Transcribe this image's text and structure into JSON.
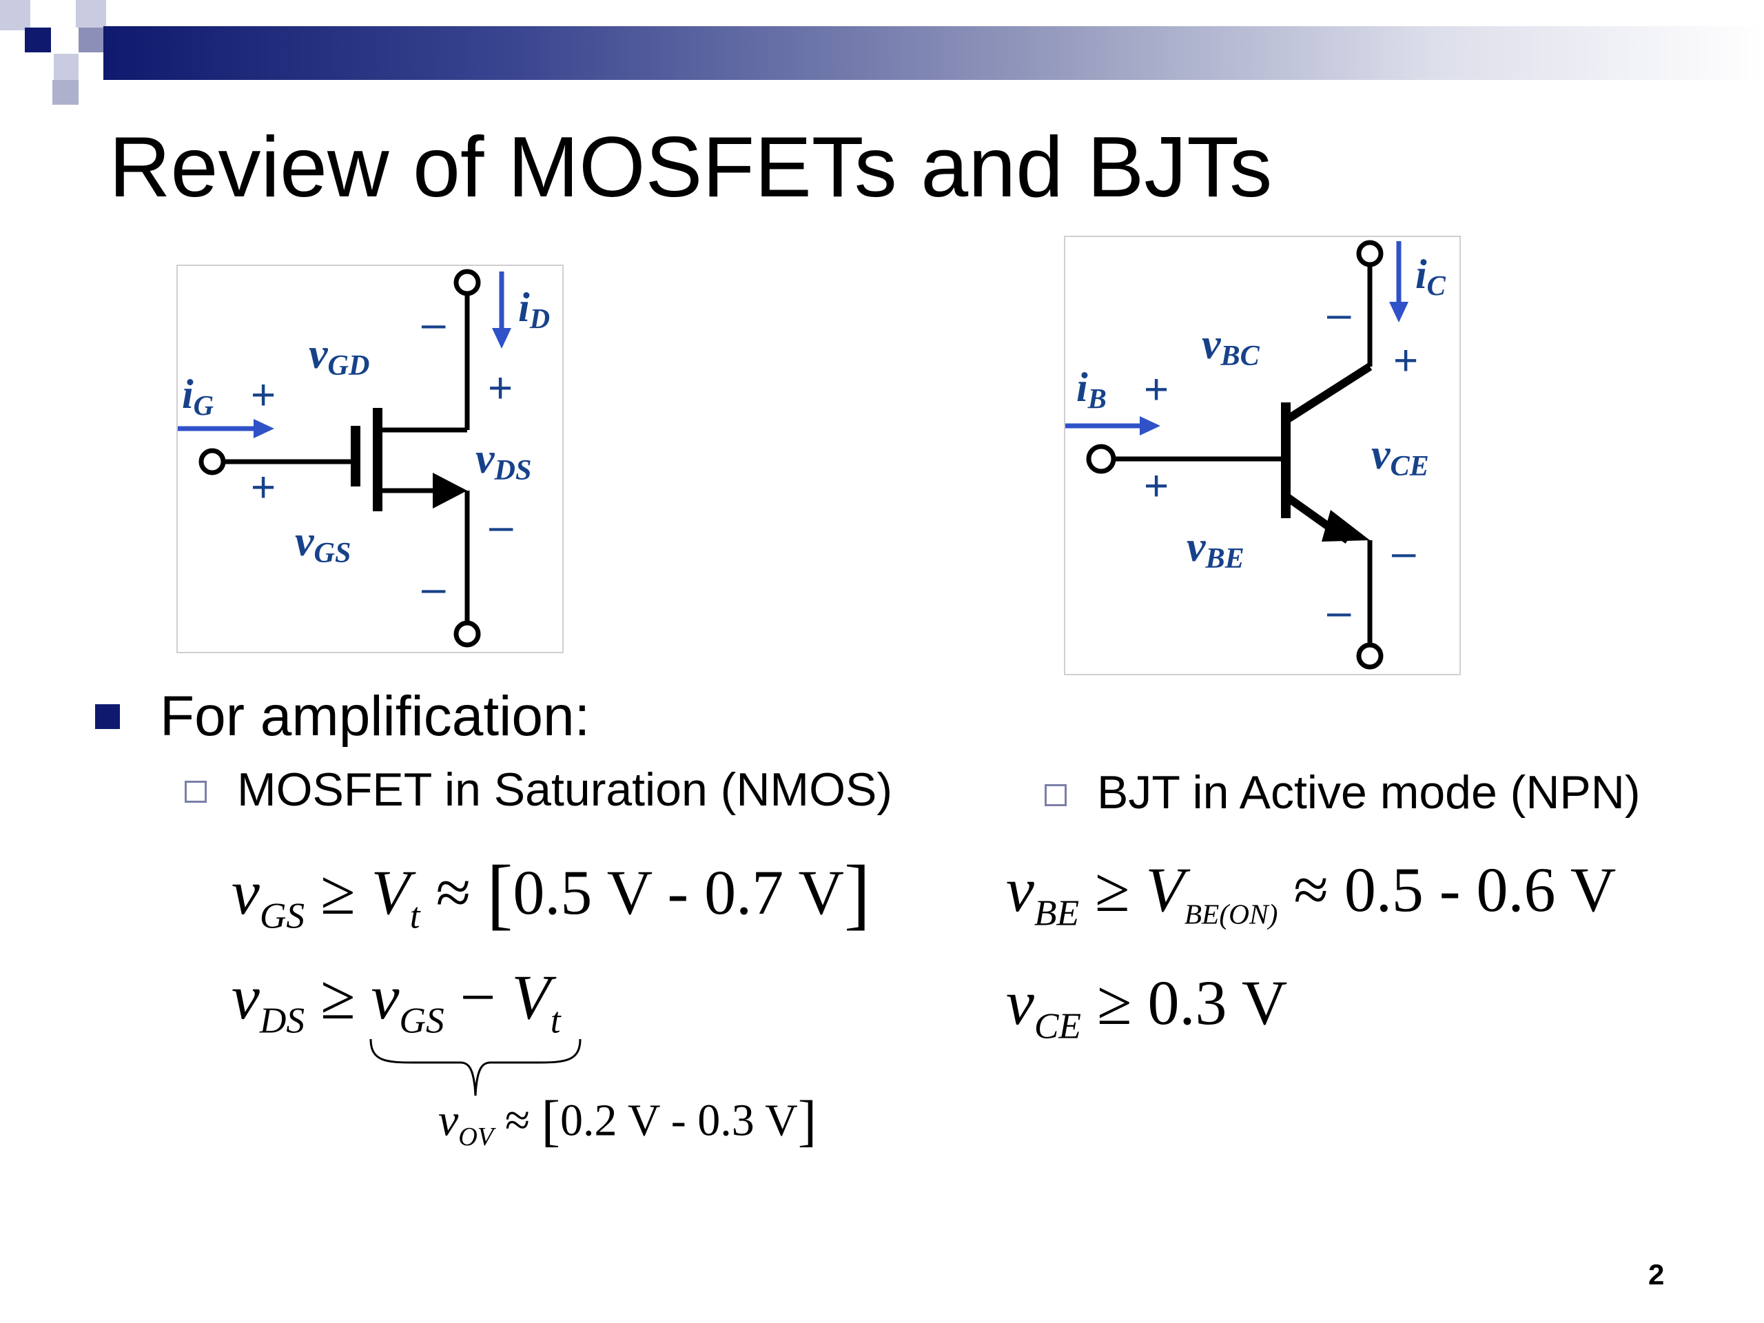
{
  "slide": {
    "title": "Review of MOSFETs and BJTs",
    "page_number": "2",
    "colors": {
      "accent": "#0f1a6e",
      "label_blue": "#17428a"
    }
  },
  "mosfet_diagram": {
    "icon": "nmos-transistor-symbol",
    "i_g": "i",
    "i_g_sub": "G",
    "i_d": "i",
    "i_d_sub": "D",
    "v_gd": "v",
    "v_gd_sub": "GD",
    "v_gs": "v",
    "v_gs_sub": "GS",
    "v_ds": "v",
    "v_ds_sub": "DS",
    "plus": "+",
    "minus": "–"
  },
  "bjt_diagram": {
    "icon": "npn-transistor-symbol",
    "i_b": "i",
    "i_b_sub": "B",
    "i_c": "i",
    "i_c_sub": "C",
    "v_bc": "v",
    "v_bc_sub": "BC",
    "v_be": "v",
    "v_be_sub": "BE",
    "v_ce": "v",
    "v_ce_sub": "CE",
    "plus": "+",
    "minus": "–"
  },
  "content": {
    "bullet": "For amplification:",
    "mosfet_heading": "MOSFET in Saturation (NMOS)",
    "bjt_heading": "BJT in Active mode (NPN)"
  },
  "equations": {
    "mos1": {
      "v": "v",
      "sub": "GS",
      "rel": " ≥ ",
      "V": "V",
      "Vsub": "t",
      "approx": " ≈ ",
      "lb": "[",
      "range": "0.5 V - 0.7 V",
      "rb": "]"
    },
    "mos2": {
      "v": "v",
      "sub": "DS",
      "rel": " ≥ ",
      "v2": "v",
      "sub2": "GS",
      "minus": " − ",
      "V": "V",
      "Vsub": "t"
    },
    "mos3": {
      "v": "v",
      "sub": "OV",
      "approx": " ≈ ",
      "lb": "[",
      "range": "0.2 V - 0.3 V",
      "rb": "]"
    },
    "bjt1": {
      "v": "v",
      "sub": "BE",
      "rel": " ≥ ",
      "V": "V",
      "Vsub": "BE(ON)",
      "approx": " ≈ ",
      "range": "0.5 - 0.6 V"
    },
    "bjt2": {
      "v": "v",
      "sub": "CE",
      "rel": " ≥ ",
      "value": "0.3 V"
    }
  }
}
